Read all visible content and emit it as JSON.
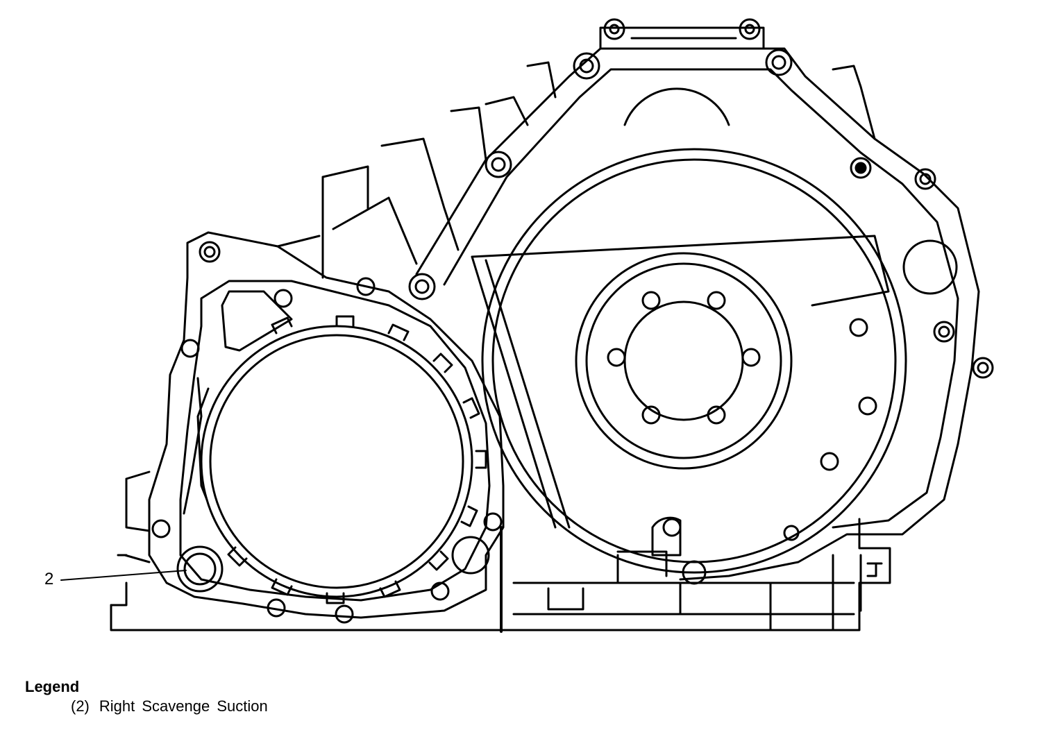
{
  "diagram": {
    "callout": {
      "number": "2"
    },
    "legend": {
      "title": "Legend",
      "items": [
        {
          "key": "(2)",
          "text": "Right Scavenge Suction"
        }
      ]
    }
  }
}
